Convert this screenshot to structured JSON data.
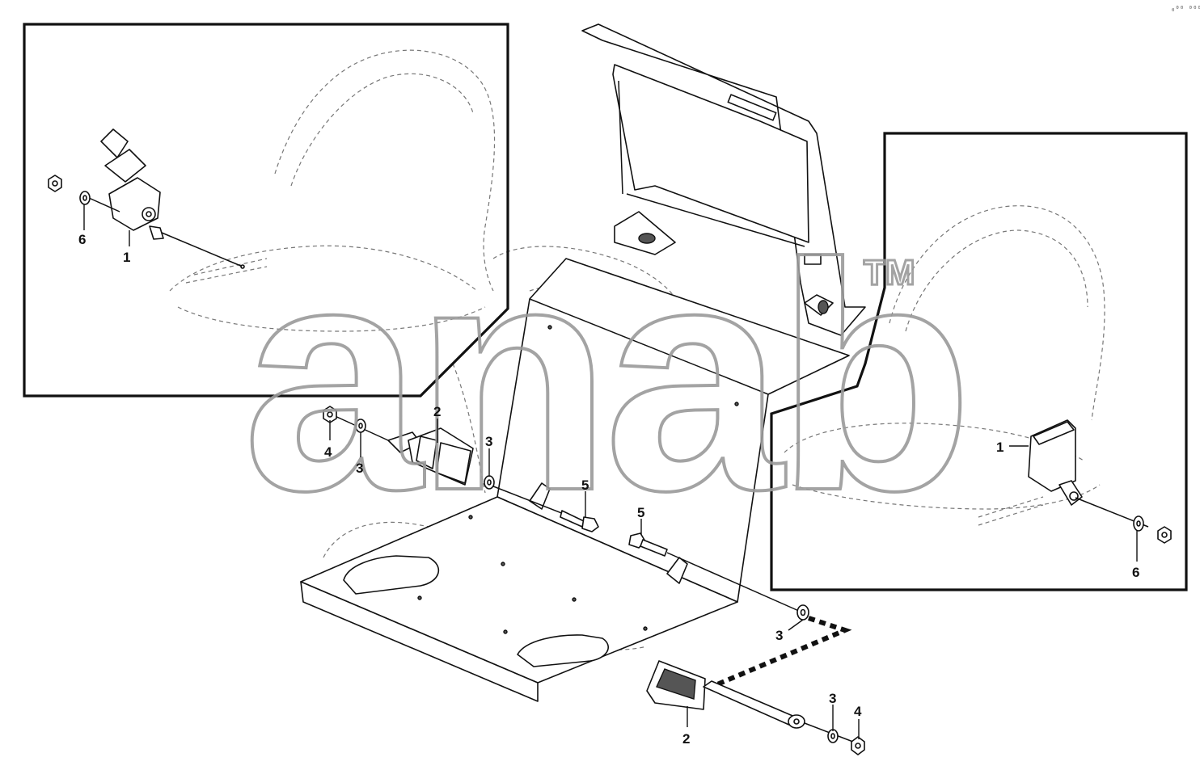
{
  "watermark": {
    "text": "anab",
    "trademark": "TM"
  },
  "corner_mark": "₀⁰⁰ ⁰⁰⁰",
  "callouts": {
    "left_inset_belt": "1",
    "left_inset_washer": "6",
    "buckle_upper": "2",
    "washer_upper_a": "3",
    "washer_upper_b": "3",
    "nut_upper": "4",
    "bolt_upper": "5",
    "bolt_lower": "5",
    "washer_lower_a": "3",
    "buckle_lower": "2",
    "washer_lower_b": "3",
    "nut_lower": "4",
    "right_inset_belt": "1",
    "right_inset_washer": "6"
  }
}
